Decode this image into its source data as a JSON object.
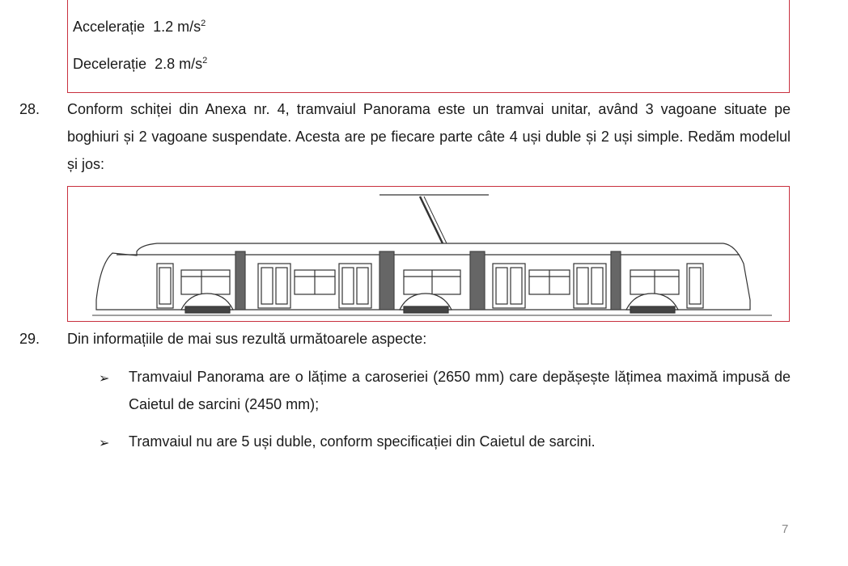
{
  "spec_box": {
    "acceleration": {
      "label": "Accelerație",
      "value": "1.2 m/s",
      "sup": "2"
    },
    "deceleration": {
      "label": "Decelerație",
      "value": "2.8 m/s",
      "sup": "2"
    }
  },
  "items": [
    {
      "number": "28.",
      "text": "Conform schiței din Anexa nr. 4, tramvaiul Panorama este un tramvai unitar, având 3 vagoane situate pe boghiuri și 2 vagoane suspendate. Acesta are pe fiecare parte câte 4 uși duble și 2 uși simple. Redăm modelul și jos:"
    },
    {
      "number": "29.",
      "text": "Din informațiile de mai sus rezultă următoarele aspecte:"
    }
  ],
  "bullets": [
    {
      "marker": "➢",
      "text": "Tramvaiul Panorama are o lățime a caroseriei (2650 mm) care depășește lățimea maximă impusă de Caietul de sarcini (2450 mm);"
    },
    {
      "marker": "➢",
      "text": "Tramvaiul nu are 5 uși duble, conform specificației din Caietul de sarcini."
    }
  ],
  "page_number": "7",
  "colors": {
    "box_border": "#c8303e"
  }
}
